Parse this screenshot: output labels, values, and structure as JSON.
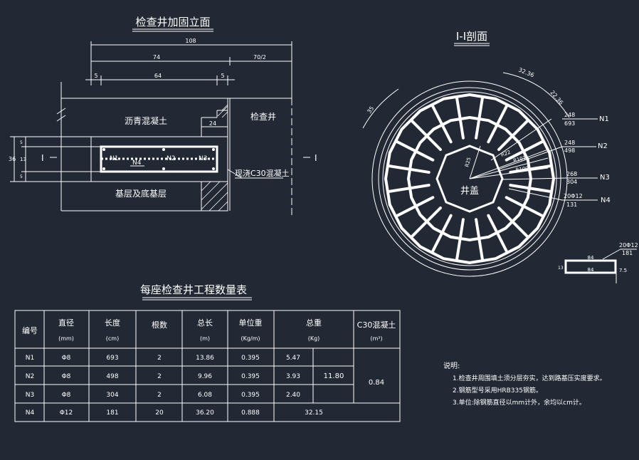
{
  "elevation": {
    "title": "检查井加固立面",
    "dims": {
      "total": "108",
      "left": "74",
      "right": "70/2",
      "m5a": "5",
      "m64": "64",
      "m5b": "5",
      "m24": "24"
    },
    "vdims": {
      "total": "36",
      "top": "5",
      "mid": "13",
      "bot": "5"
    },
    "labels": {
      "asphalt": "沥青混凝土",
      "well": "检查井",
      "base": "基层及底基层",
      "concrete": "现浇C30混凝土",
      "n1": "N1",
      "n2": "N2",
      "n3": "N3",
      "n4": "N4",
      "sec_l": "I",
      "sec_r": "I"
    }
  },
  "section": {
    "title": "I-I剖面",
    "dims": {
      "d1": "32.36",
      "d2": "22.36",
      "d3": "35",
      "r1": "R25",
      "r2": "R22",
      "r3": "R101",
      "r4": "R109"
    },
    "cover": "井盖",
    "callouts": [
      {
        "top": "248",
        "bot": "693",
        "name": "N1"
      },
      {
        "top": "248",
        "bot": "498",
        "name": "N2"
      },
      {
        "top": "268",
        "bot": "304",
        "name": "N3"
      },
      {
        "top": "20Φ12",
        "bot": "131",
        "name": "N4"
      }
    ],
    "detail": {
      "top": "20Φ12",
      "bot": "181",
      "len1": "84",
      "len2": "84",
      "h": "13",
      "e": "7.5"
    }
  },
  "table": {
    "title": "每座检查井工程数量表",
    "headers": {
      "id": "编号",
      "dia": "直径",
      "dia_u": "(mm)",
      "len": "长度",
      "len_u": "(cm)",
      "cnt": "根数",
      "tot": "总长",
      "tot_u": "(m)",
      "uw": "单位重",
      "uw_u": "(Kg/m)",
      "tw": "总重",
      "tw_u": "(Kg)",
      "c30": "C30混凝土",
      "c30_u": "(m³)"
    },
    "rows": [
      {
        "id": "N1",
        "dia": "Φ8",
        "len": "693",
        "cnt": "2",
        "tot": "13.86",
        "uw": "0.395",
        "tw": "5.47"
      },
      {
        "id": "N2",
        "dia": "Φ8",
        "len": "498",
        "cnt": "2",
        "tot": "9.96",
        "uw": "0.395",
        "tw": "3.93"
      },
      {
        "id": "N3",
        "dia": "Φ8",
        "len": "304",
        "cnt": "2",
        "tot": "6.08",
        "uw": "0.395",
        "tw": "2.40"
      },
      {
        "id": "N4",
        "dia": "Φ12",
        "len": "181",
        "cnt": "20",
        "tot": "36.20",
        "uw": "0.888",
        "tw": "32.15"
      }
    ],
    "subtotal": "11.80",
    "c30": "0.84"
  },
  "notes": {
    "title": "说明:",
    "items": [
      "1.检查井周围填土须分层夯实，达到路基压实度要求。",
      "2.钢筋型号采用HRB335钢筋。",
      "3.单位:除钢筋直径以mm计外，余均以cm计。"
    ]
  }
}
